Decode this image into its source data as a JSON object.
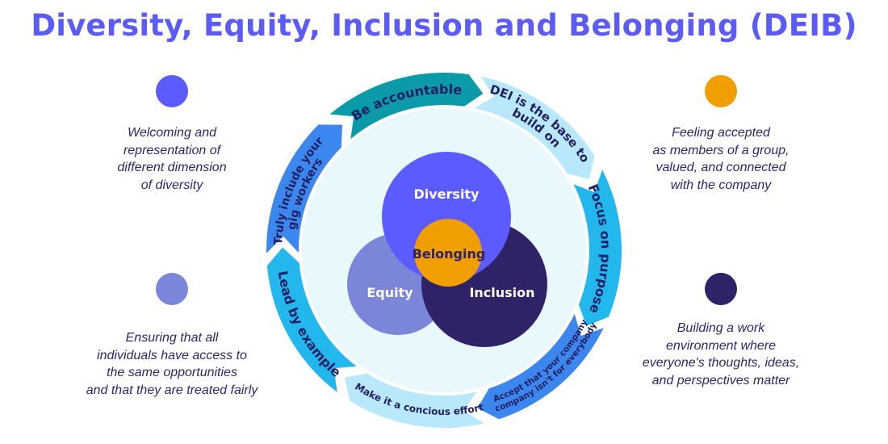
{
  "title": "Diversity, Equity, Inclusion and Belonging (DEIB)",
  "descriptions": [
    {
      "key": "diversity",
      "color": "#5b5bff",
      "lines": [
        "Welcoming and",
        "representation of",
        "different dimension",
        "of diversity"
      ]
    },
    {
      "key": "equity",
      "color": "#7b86d9",
      "lines": [
        "Ensuring that all",
        "individuals have access to",
        "the same opportunities",
        "and that they are treated fairly"
      ]
    },
    {
      "key": "belonging",
      "color": "#f09e00",
      "lines": [
        "Feeling accepted",
        "as members of a group,",
        "valued, and connected",
        "with the company"
      ]
    },
    {
      "key": "inclusion",
      "color": "#2f2266",
      "lines": [
        "Building a work",
        "environment where",
        "everyone's thoughts, ideas,",
        "and perspectives matter"
      ]
    }
  ],
  "circles": {
    "diversity": {
      "label": "Diversity",
      "color": "#5b5bff"
    },
    "equity": {
      "label": "Equity",
      "color": "#7b86d9"
    },
    "inclusion": {
      "label": "Inclusion",
      "color": "#2f2266"
    },
    "belonging": {
      "label": "Belonging",
      "color": "#f09e00"
    }
  },
  "ring_segments": [
    {
      "lines": [
        "Be accountable"
      ],
      "color": "#0b9aa8"
    },
    {
      "lines": [
        "DEI is the base to",
        "build on"
      ],
      "color": "#b8e8fb"
    },
    {
      "lines": [
        "Focus on purpose"
      ],
      "color": "#22b8ee"
    },
    {
      "lines": [
        "Accept that your company",
        "company isn't for everybody"
      ],
      "color": "#3b87ee"
    },
    {
      "lines": [
        "Make it a concious effort"
      ],
      "color": "#b8e8fb"
    },
    {
      "lines": [
        "Lead by example"
      ],
      "color": "#22b8ee"
    },
    {
      "lines": [
        "Truly include your",
        "gig workers"
      ],
      "color": "#3b87ee"
    }
  ]
}
